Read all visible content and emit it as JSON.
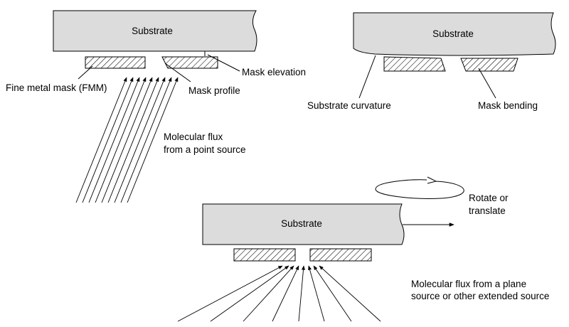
{
  "colors": {
    "substrate_fill": "#dcdcdc",
    "stroke": "#000000",
    "background": "#ffffff"
  },
  "panels": {
    "top_left": {
      "substrate": "Substrate",
      "mask_label": "Fine metal mask (FMM)",
      "mask_profile": "Mask profile",
      "mask_elevation": "Mask elevation",
      "flux_line1": "Molecular flux",
      "flux_line2": "from a point source"
    },
    "top_right": {
      "substrate": "Substrate",
      "curvature": "Substrate curvature",
      "bending": "Mask bending"
    },
    "bottom": {
      "substrate": "Substrate",
      "motion_line1": "Rotate or",
      "motion_line2": "translate",
      "flux_line1": "Molecular flux from a plane",
      "flux_line2": "source or other extended source"
    }
  }
}
